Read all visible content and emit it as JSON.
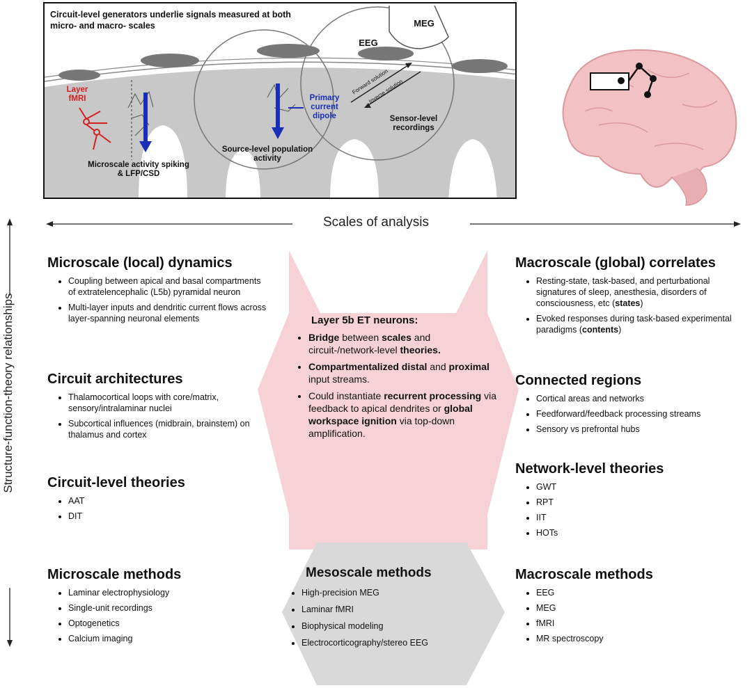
{
  "top_panel": {
    "title": "Circuit-level generators underlie signals measured at both micro- and macro- scales",
    "labels": {
      "layer_fmri": "Layer fMRI",
      "microscale": "Microscale activity spiking & LFP/CSD",
      "source": "Source-level population activity",
      "primary_dipole": "Primary current dipole",
      "eeg": "EEG",
      "meg": "MEG",
      "forward": "Forward solution",
      "inverse": "Inverse solution",
      "sensor": "Sensor-level recordings"
    }
  },
  "axes": {
    "horizontal": "Scales of analysis",
    "vertical": "Structure-function-theory relationships"
  },
  "left": {
    "micro_dynamics": {
      "title": "Microscale (local) dynamics",
      "items": [
        "Coupling between apical and basal compartments of extratelencephalic (L5b) pyramidal neuron",
        "Multi-layer inputs and dendritic current flows across layer-spanning neuronal elements"
      ]
    },
    "circuit_arch": {
      "title": "Circuit architectures",
      "items": [
        "Thalamocortical loops with core/matrix, sensory/intralaminar nuclei",
        "Subcortical influences (midbrain, brainstem) on thalamus and cortex"
      ]
    },
    "circuit_theories": {
      "title": "Circuit-level theories",
      "items": [
        "AAT",
        "DIT"
      ]
    },
    "micro_methods": {
      "title": "Microscale methods",
      "items": [
        "Laminar electrophysiology",
        "Single-unit recordings",
        "Optogenetics",
        "Calcium imaging"
      ]
    }
  },
  "center": {
    "title": "Layer 5b ET neurons:",
    "items": [
      [
        {
          "t": "Bridge",
          "b": true
        },
        {
          "t": " between ",
          "b": false
        },
        {
          "t": "scales",
          "b": true
        },
        {
          "t": " and circuit-/network-level ",
          "b": false
        },
        {
          "t": "theories.",
          "b": true
        }
      ],
      [
        {
          "t": "Compartmentalized distal",
          "b": true
        },
        {
          "t": " and ",
          "b": false
        },
        {
          "t": "proximal",
          "b": true
        },
        {
          "t": " input streams.",
          "b": false
        }
      ],
      [
        {
          "t": "Could instantiate ",
          "b": false
        },
        {
          "t": "recurrent processing",
          "b": true
        },
        {
          "t": " via feedback to apical dendrites or ",
          "b": false
        },
        {
          "t": "global workspace ignition",
          "b": true
        },
        {
          "t": " via top-down amplification.",
          "b": false
        }
      ]
    ],
    "meso_methods": {
      "title": "Mesoscale methods",
      "items": [
        "High-precision MEG",
        "Laminar fMRI",
        "Biophysical modeling",
        "Electrocorticography/stereo EEG"
      ]
    }
  },
  "right": {
    "macro_correlates": {
      "title": "Macroscale (global) correlates",
      "items": [
        [
          {
            "t": "Resting-state, task-based, and perturbational signatures of sleep, anesthesia, disorders of consciousness, etc (",
            "b": false
          },
          {
            "t": "states",
            "b": true
          },
          {
            "t": ")",
            "b": false
          }
        ],
        [
          {
            "t": "Evoked responses during task-based experimental paradigms (",
            "b": false
          },
          {
            "t": "contents",
            "b": true
          },
          {
            "t": ")",
            "b": false
          }
        ]
      ]
    },
    "connected": {
      "title": "Connected regions",
      "items": [
        "Cortical areas and networks",
        "Feedforward/feedback processing streams",
        "Sensory vs prefrontal hubs"
      ]
    },
    "network_theories": {
      "title": "Network-level theories",
      "items": [
        "GWT",
        "RPT",
        "IIT",
        "HOTs"
      ]
    },
    "macro_methods": {
      "title": "Macroscale methods",
      "items": [
        "EEG",
        "MEG",
        "fMRI",
        "MR spectroscopy"
      ]
    }
  },
  "colors": {
    "pink_arrow": "#f6d0d4",
    "gray_arrow": "#d9d9d9",
    "cortex": "#c8c8c8",
    "blue": "#1a2fb8",
    "red": "#d42020",
    "brain": "#f2c1c3"
  }
}
